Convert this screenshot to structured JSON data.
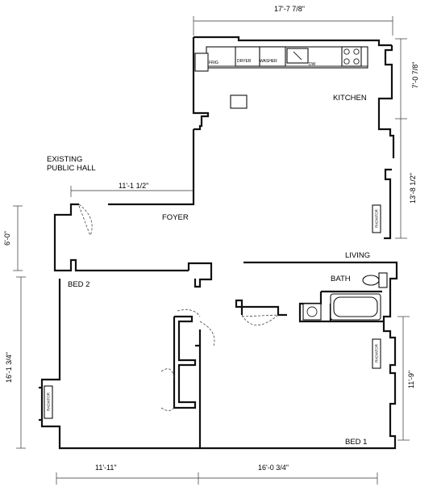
{
  "rooms": {
    "kitchen": "KITCHEN",
    "existing_public_hall_line1": "EXISTING",
    "existing_public_hall_line2": "PUBLIC HALL",
    "foyer": "FOYER",
    "living": "LIVING",
    "bath": "BATH",
    "bed2": "BED 2",
    "bed1": "BED 1"
  },
  "fixtures": {
    "frig": "FRIG",
    "dryer": "DRYER",
    "washer": "WASHER",
    "dw": "DW",
    "radiator": "RADIATOR"
  },
  "dimensions": {
    "top_width": "17'-7 7/8\"",
    "kitchen_depth": "7'-0 7/8\"",
    "living_depth": "13'-8 1/2\"",
    "foyer_width": "11'-1 1/2\"",
    "hall_depth": "6'-0\"",
    "bed2_depth": "16'-1 3/4\"",
    "bed1_depth": "11'-9\"",
    "bed2_width": "11'-11\"",
    "bed1_width": "16'-0 3/4\""
  }
}
